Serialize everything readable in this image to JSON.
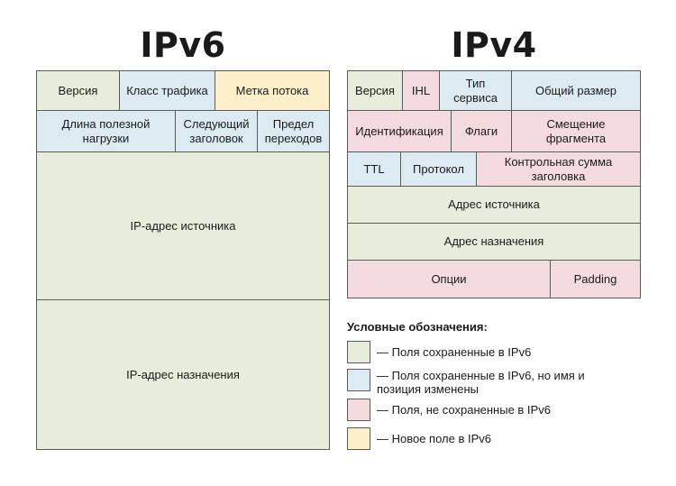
{
  "ipv6": {
    "title": "IPv6",
    "fields": {
      "version": "Версия",
      "traffic_class": "Класс трафика",
      "flow_label": "Метка потока",
      "payload_length": "Длина полезной нагрузки",
      "next_header": "Следующий заголовок",
      "hop_limit": "Предел переходов",
      "source_address": "IP-адрес источника",
      "destination_address": "IP-адрес назначения"
    }
  },
  "ipv4": {
    "title": "IPv4",
    "fields": {
      "version": "Версия",
      "ihl": "IHL",
      "type_of_service": "Тип сервиса",
      "total_length": "Общий размер",
      "identification": "Идентификация",
      "flags": "Флаги",
      "fragment_offset": "Смещение фрагмента",
      "ttl": "TTL",
      "protocol": "Протокол",
      "header_checksum": "Контрольная сумма заголовка",
      "source_address": "Адрес источника",
      "destination_address": "Адрес назначения",
      "options": "Опции",
      "padding": "Padding"
    }
  },
  "legend": {
    "title": "Условные обозначения:",
    "items": [
      {
        "text": "— Поля сохраненные в IPv6",
        "color": "#e6eedb"
      },
      {
        "text": "— Поля сохраненные в IPv6, но имя и позиция изменены",
        "color": "#dcebf1"
      },
      {
        "text": "— Поля, не сохраненные в IPv6",
        "color": "#f4dbdd"
      },
      {
        "text": "— Новое поле в IPv6",
        "color": "#fcefc9"
      }
    ]
  }
}
